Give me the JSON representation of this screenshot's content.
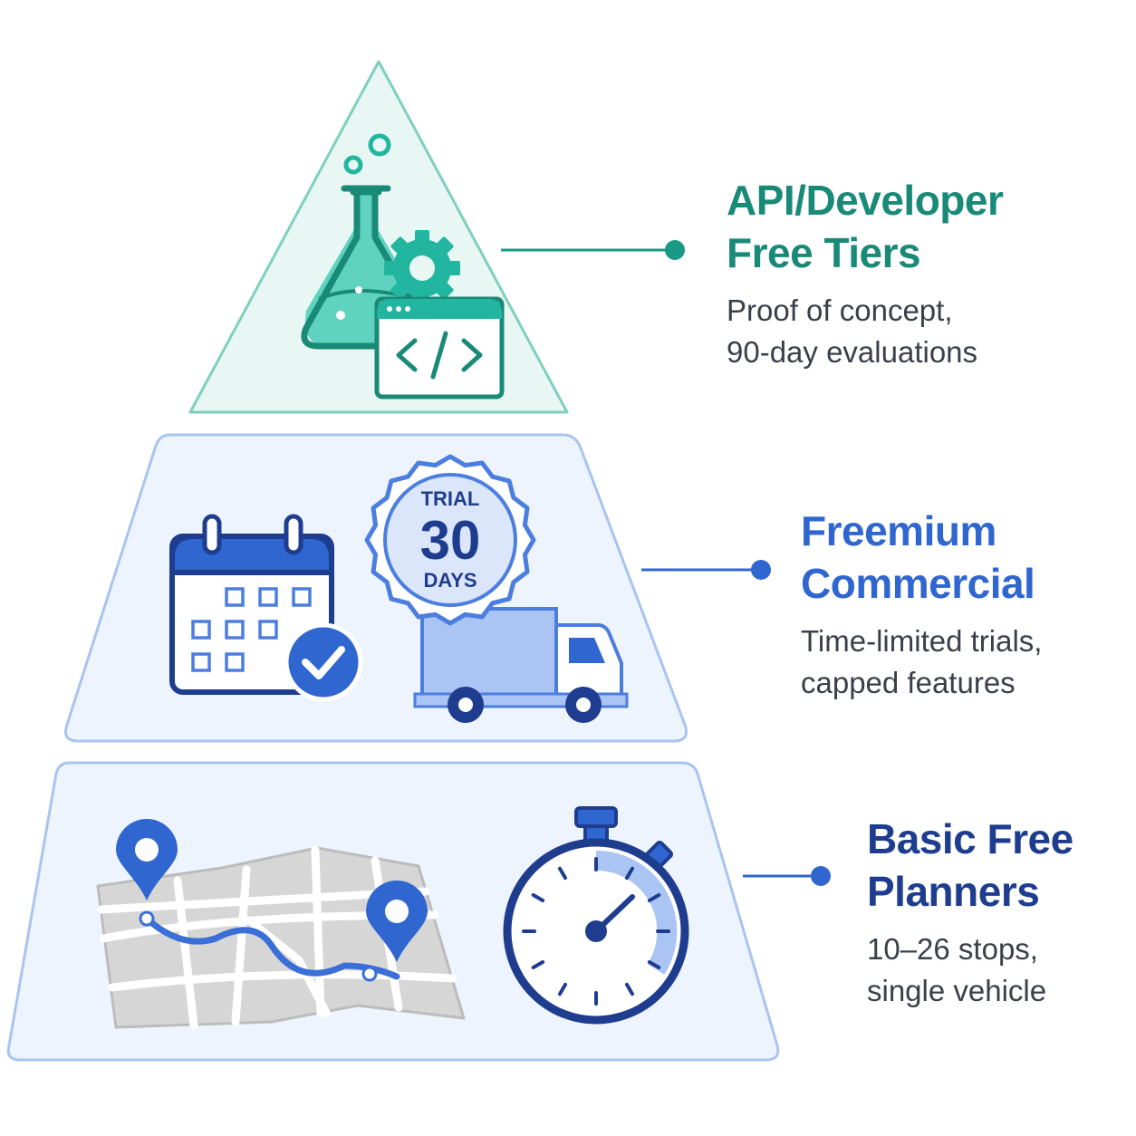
{
  "colors": {
    "teal": "#1a8a78",
    "teal_bright": "#22b5a0",
    "blue": "#2f66d0",
    "navy": "#1e3d8f",
    "light_blue": "#aac4f4"
  },
  "tiers": [
    {
      "title_lines": [
        "API/Developer",
        "Free Tiers"
      ],
      "desc_lines": [
        "Proof of concept,",
        "90-day evaluations"
      ],
      "icons": [
        "flask-icon",
        "gear-icon",
        "code-window-icon"
      ]
    },
    {
      "title_lines": [
        "Freemium",
        "Commercial"
      ],
      "desc_lines": [
        "Time-limited trials,",
        "capped features"
      ],
      "icons": [
        "calendar-check-icon",
        "trial-badge-icon",
        "truck-icon"
      ],
      "badge": {
        "top": "TRIAL",
        "number": "30",
        "bottom": "DAYS"
      }
    },
    {
      "title_lines": [
        "Basic Free",
        "Planners"
      ],
      "desc_lines": [
        "10–26 stops,",
        "single vehicle"
      ],
      "icons": [
        "route-map-icon",
        "stopwatch-icon"
      ]
    }
  ]
}
